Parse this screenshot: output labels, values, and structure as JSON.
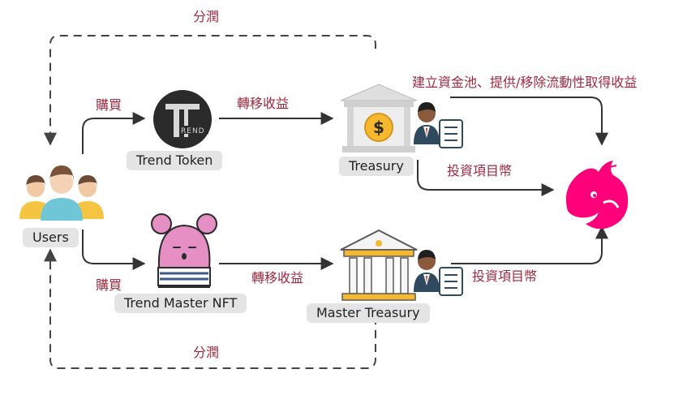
{
  "labels": {
    "top_profit_share": "分潤",
    "bottom_profit_share": "分潤",
    "buy_token": "購買",
    "buy_nft": "購買",
    "transfer_top": "轉移收益",
    "transfer_bottom": "轉移收益",
    "liquidity_desc": "建立資金池、提供/移除流動性取得收益",
    "invest_top": "投資項目幣",
    "invest_bottom": "投資項目幣"
  },
  "nodes": {
    "users": "Users",
    "trend_token": "Trend Token",
    "treasury": "Treasury",
    "master_nft": "Trend Master NFT",
    "master_treasury": "Master Treasury"
  },
  "colors": {
    "label_red": "#a1283f",
    "arrow": "#333333",
    "dashed": "#444444",
    "node_label_bg": "#e4e4e4",
    "uniswap_pink": "#ff007a",
    "bear_pink": "#e58fc4",
    "token_dark": "#2b2b2b",
    "coin_gold": "#f5b82e"
  },
  "icons": {
    "users": "users-group-icon",
    "trend_token": "trend-token-logo",
    "treasury": "bank-coin-icon",
    "master_treasury": "bank-building-icon",
    "manager": "manager-document-icon",
    "nft": "bear-nft-icon",
    "dex": "uniswap-unicorn-logo"
  }
}
